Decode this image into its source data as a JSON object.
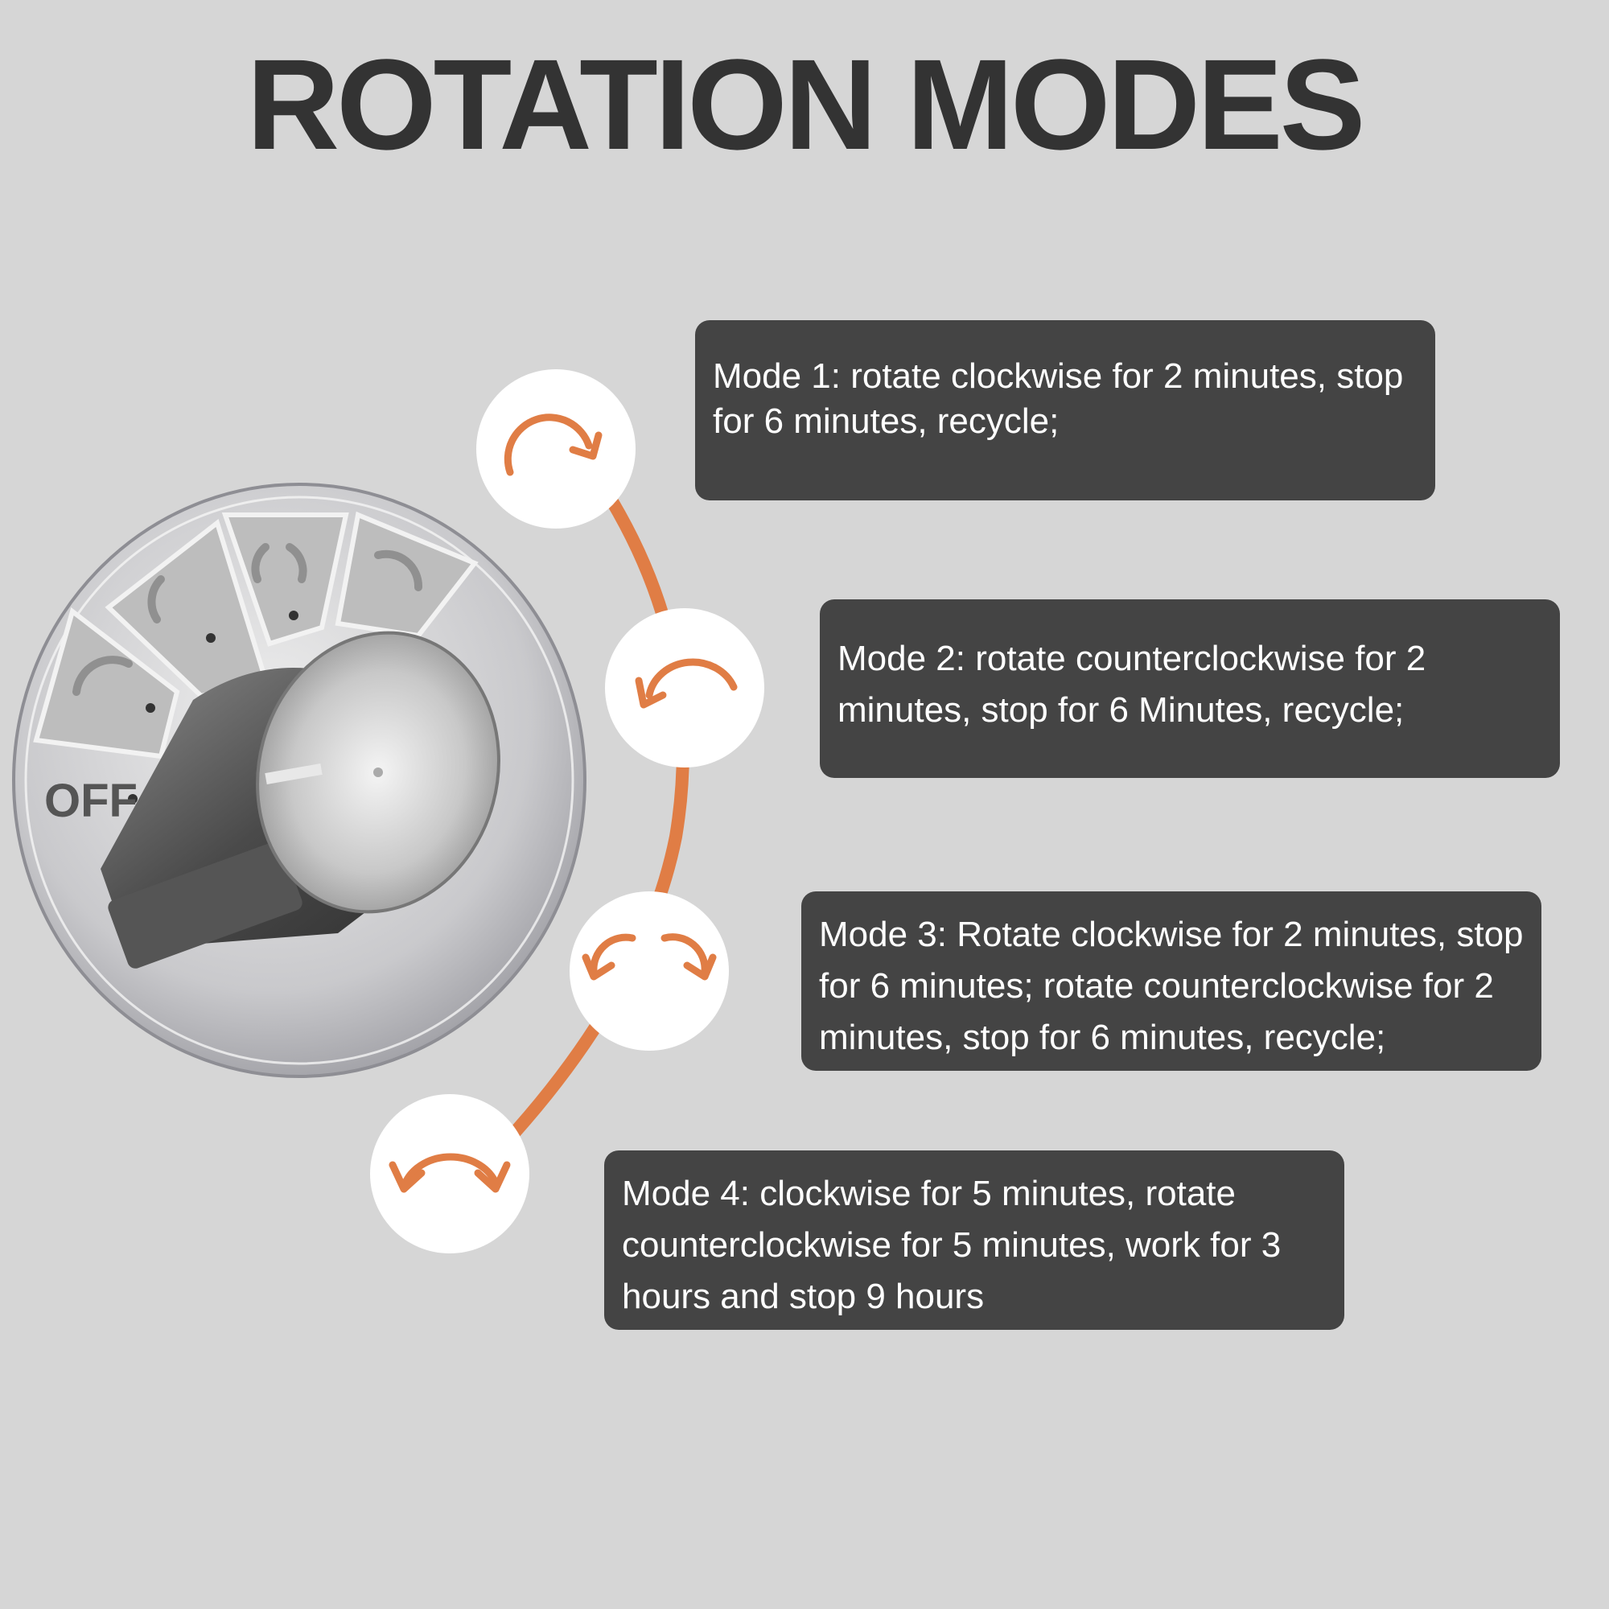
{
  "title": "ROTATION MODES",
  "accent_color": "#e07d45",
  "dial": {
    "off_label": "OFF"
  },
  "modes": [
    {
      "icon": "clockwise-arrow-icon",
      "text": "Mode 1: rotate clockwise for 2 minutes, stop for 6 minutes, recycle;"
    },
    {
      "icon": "counterclockwise-arrow-icon",
      "text": "Mode 2: rotate counterclockwise for 2 minutes, stop for 6 Minutes, recycle;"
    },
    {
      "icon": "alternating-arrows-icon",
      "text": "Mode 3: Rotate clockwise for 2 minutes, stop for 6 minutes; rotate counterclockwise for 2 minutes, stop for 6 minutes, recycle;"
    },
    {
      "icon": "bidirectional-arrow-icon",
      "text": "Mode 4: clockwise for 5 minutes, rotate counterclockwise for 5 minutes, work for 3 hours and stop 9 hours"
    }
  ]
}
